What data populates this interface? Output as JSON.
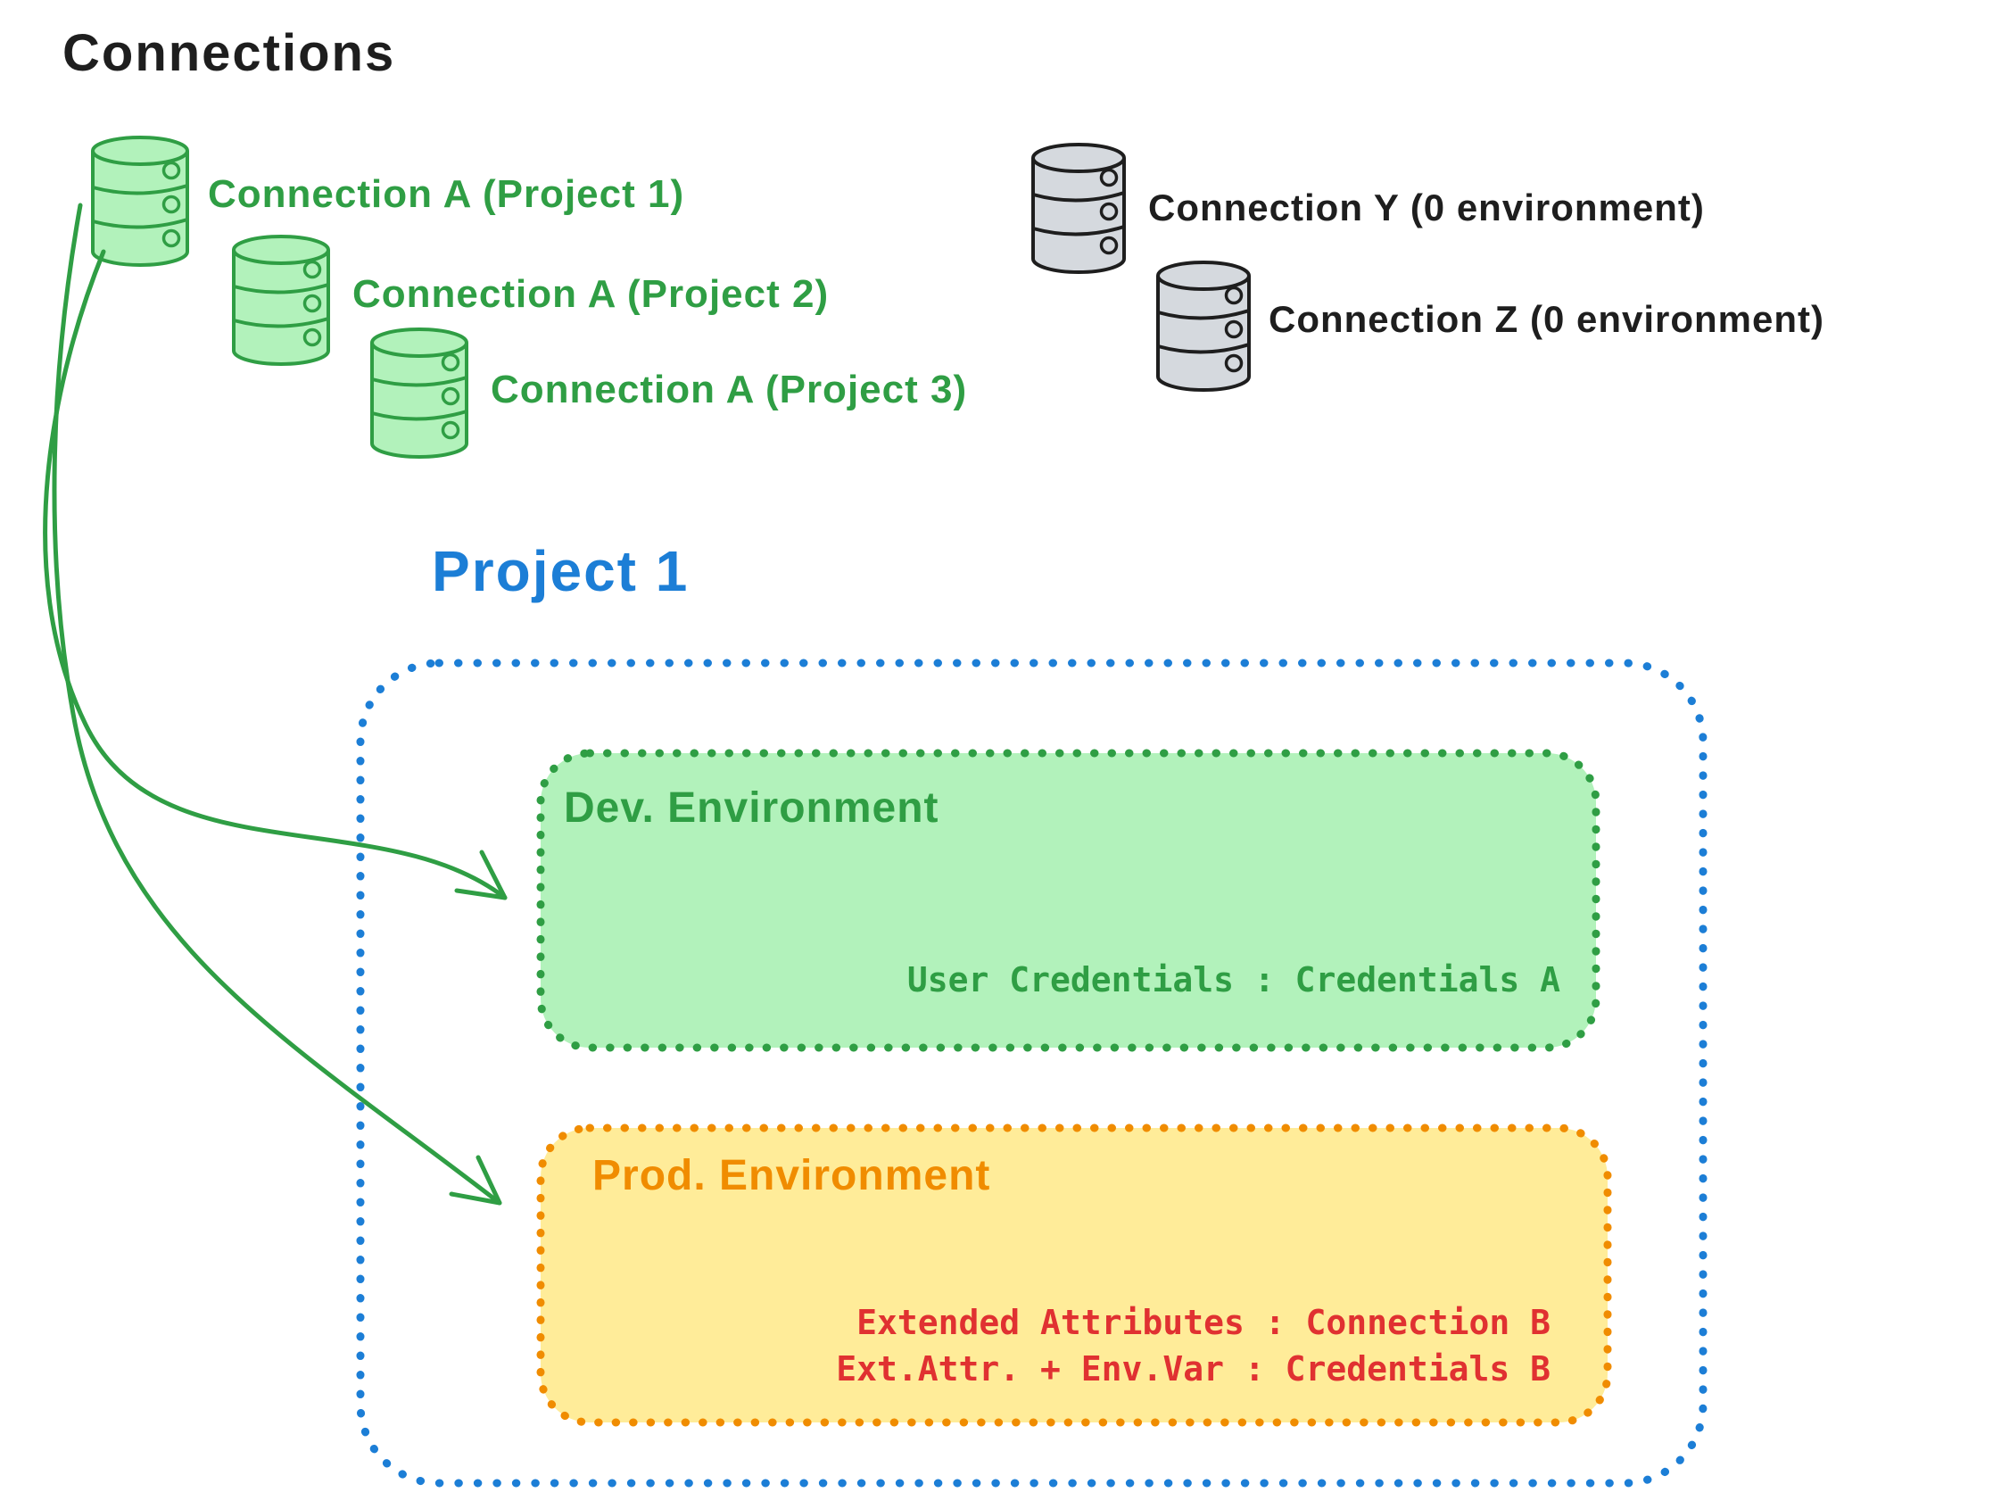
{
  "title": "Connections",
  "palette": {
    "green_stroke": "#2f9e44",
    "green_fill": "#b2f2bb",
    "blue": "#1c7ed6",
    "orange": "#f08c00",
    "yellow_fill": "#ffec99",
    "red": "#e03131",
    "black": "#1e1e1e",
    "gray_fill": "#d5d9de"
  },
  "connections": {
    "project_scoped": [
      {
        "label": "Connection A (Project 1)"
      },
      {
        "label": "Connection A (Project 2)"
      },
      {
        "label": "Connection A (Project 3)"
      }
    ],
    "unassigned": [
      {
        "label": "Connection Y (0 environment)"
      },
      {
        "label": "Connection Z (0 environment)"
      }
    ]
  },
  "project": {
    "title": "Project 1",
    "dev_environment": {
      "title": "Dev. Environment",
      "credential_mapping": "User Credentials : Credentials A"
    },
    "prod_environment": {
      "title": "Prod. Environment",
      "mappings": [
        "Extended Attributes : Connection B",
        "Ext.Attr. + Env.Var : Credentials B"
      ]
    }
  }
}
